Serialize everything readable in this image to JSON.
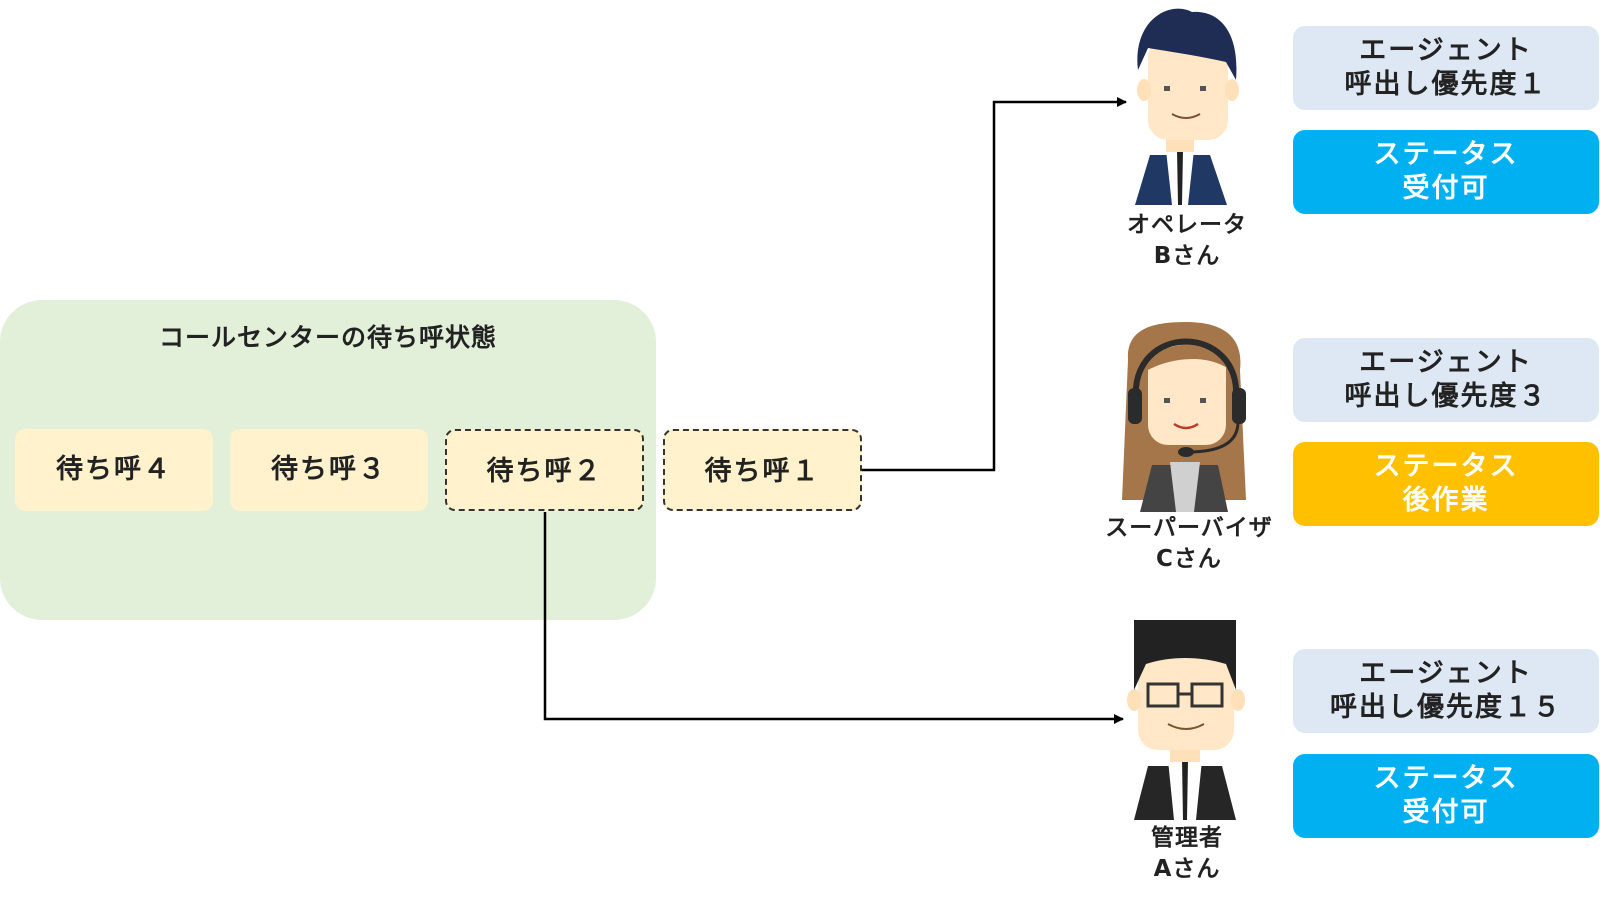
{
  "queue": {
    "title": "コールセンターの待ち呼状態",
    "calls": [
      "待ち呼４",
      "待ち呼３",
      "待ち呼２",
      "待ち呼１"
    ]
  },
  "agents": [
    {
      "name": "オペレータ",
      "honorific": "Bさん",
      "priority_line1": "エージェント",
      "priority_line2": "呼出し優先度１",
      "status_line1": "ステータス",
      "status_line2": "受付可",
      "status_color": "#00b0f0"
    },
    {
      "name": "スーパーバイザ",
      "honorific": "Cさん",
      "priority_line1": "エージェント",
      "priority_line2": "呼出し優先度３",
      "status_line1": "ステータス",
      "status_line2": "後作業",
      "status_color": "#ffc000"
    },
    {
      "name": "管理者",
      "honorific": "Aさん",
      "priority_line1": "エージェント",
      "priority_line2": "呼出し優先度１５",
      "status_line1": "ステータス",
      "status_line2": "受付可",
      "status_color": "#00b0f0"
    }
  ],
  "colors": {
    "panel": "#e2f0d9",
    "call_box": "#fff2cc",
    "priority_box": "#dee8f4",
    "status_available": "#00b0f0",
    "status_after_work": "#ffc000"
  }
}
